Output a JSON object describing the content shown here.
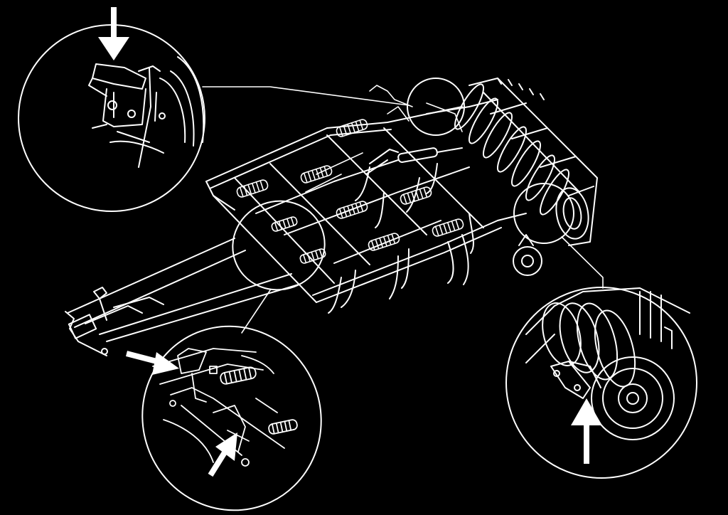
{
  "image": {
    "subject": "cultivator-implement-line-drawing",
    "colors": {
      "background": "#000000",
      "linework": "#ffffff"
    }
  },
  "callouts": [
    {
      "id": "detail-top-left",
      "icon": "arrow-down-icon",
      "arrow_count": 1
    },
    {
      "id": "detail-bottom-center",
      "icon": "arrow-diagonal-icon",
      "arrow_count": 2
    },
    {
      "id": "detail-right",
      "icon": "arrow-up-icon",
      "arrow_count": 1
    }
  ]
}
